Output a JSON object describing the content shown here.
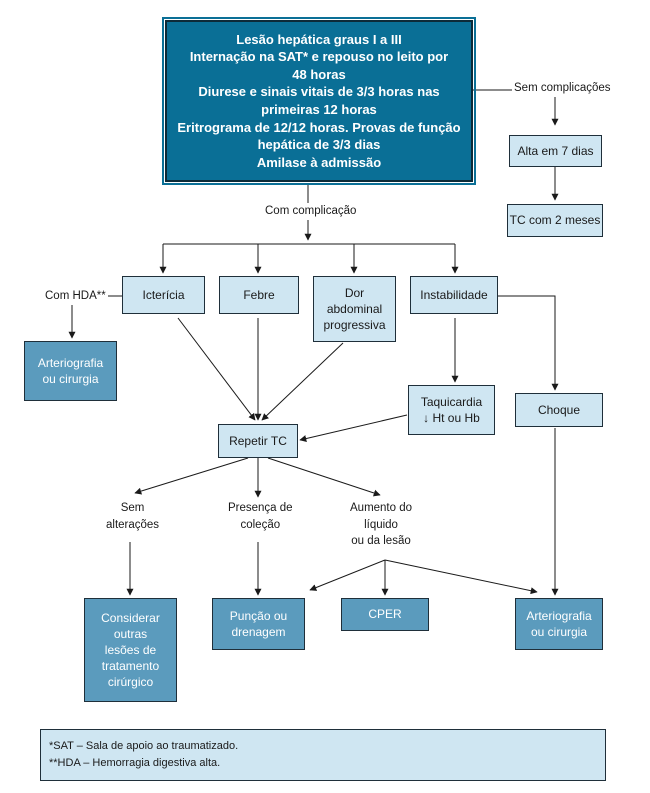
{
  "top_box": "Lesão hepática graus I a III\nInternação na SAT* e  repouso no leito por\n48 horas\nDiurese e sinais vitais de 3/3 horas nas\nprimeiras 12 horas\nEritrograma  de 12/12 horas. Provas de função\nhepática de 3/3 dias\nAmilase à admissão",
  "labels": {
    "sem_complicacoes": "Sem complicações",
    "com_complicacao": "Com complicação",
    "com_hda": "Com HDA**",
    "sem_alteracoes": "Sem\nalterações",
    "presenca_colecao": "Presença de\ncoleção",
    "aumento_liquido": "Aumento do\nlíquido\nou da lesão"
  },
  "boxes": {
    "alta": "Alta em 7 dias",
    "tc2meses": "TC com 2 meses",
    "ictericia": "Icterícia",
    "febre": "Febre",
    "dor": "Dor\nabdominal\nprogressiva",
    "instabilidade": "Instabilidade",
    "arterio_left": "Arteriografia\nou cirurgia",
    "taquicardia": "Taquicardia\n↓ Ht ou Hb",
    "choque": "Choque",
    "repetir_tc": "Repetir TC",
    "considerar": "Considerar\noutras\nlesões de\ntratamento\ncirúrgico",
    "puncao": "Punção ou\ndrenagem",
    "cper": "CPER",
    "arterio_right": "Arteriografia\nou cirurgia"
  },
  "footnotes": {
    "sat": "*SAT – Sala de apoio ao traumatizado.",
    "hda": "**HDA – Hemorragia digestiva alta."
  }
}
